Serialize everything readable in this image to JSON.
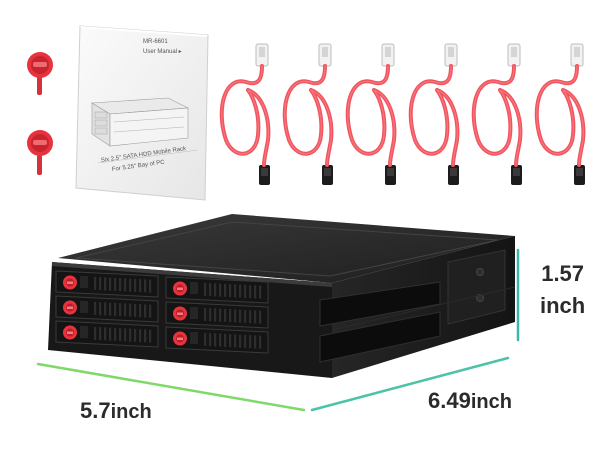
{
  "image": {
    "dimensions": {
      "width_value": "5.7",
      "width_unit": "inch",
      "depth_value": "6.49",
      "depth_unit": "inch",
      "height_value": "1.57",
      "height_unit": "inch"
    },
    "manual": {
      "model": "MR-6601",
      "title": "User Manual ▸",
      "product_line": "Six 2.5\" SATA HDD Mobile Rack",
      "bay_line": "For 5.25\" Bay of PC"
    },
    "colors": {
      "accent_red": "#e8333e",
      "cable_red": "#f0555f",
      "enclosure_black": "#1c1c1c",
      "dimension_line_green": "#7fd86a",
      "dimension_line_teal": "#3bb7b0"
    },
    "items": {
      "sata_cable_count": 6,
      "hdd_tray_count": 6,
      "key_count": 2
    }
  }
}
